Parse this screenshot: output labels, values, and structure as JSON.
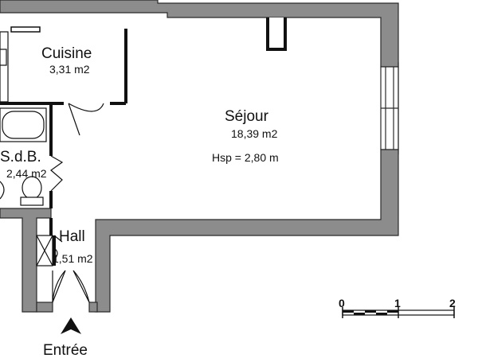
{
  "rooms": [
    {
      "name": "Cuisine",
      "area": "3,31 m2"
    },
    {
      "name": "Séjour",
      "area": "18,39 m2",
      "hsp": "Hsp = 2,80 m"
    },
    {
      "name": "S.d.B.",
      "area": "2,44 m2"
    },
    {
      "name": "Hall",
      "area": "1,51 m2"
    }
  ],
  "entrance": {
    "label": "Entrée"
  },
  "scale": {
    "ticks": [
      "0",
      "1",
      "2"
    ]
  },
  "colors": {
    "wall": "#8c8c8c",
    "wall_edge": "#2a2a2a",
    "partition": "#111111",
    "background": "#ffffff"
  }
}
